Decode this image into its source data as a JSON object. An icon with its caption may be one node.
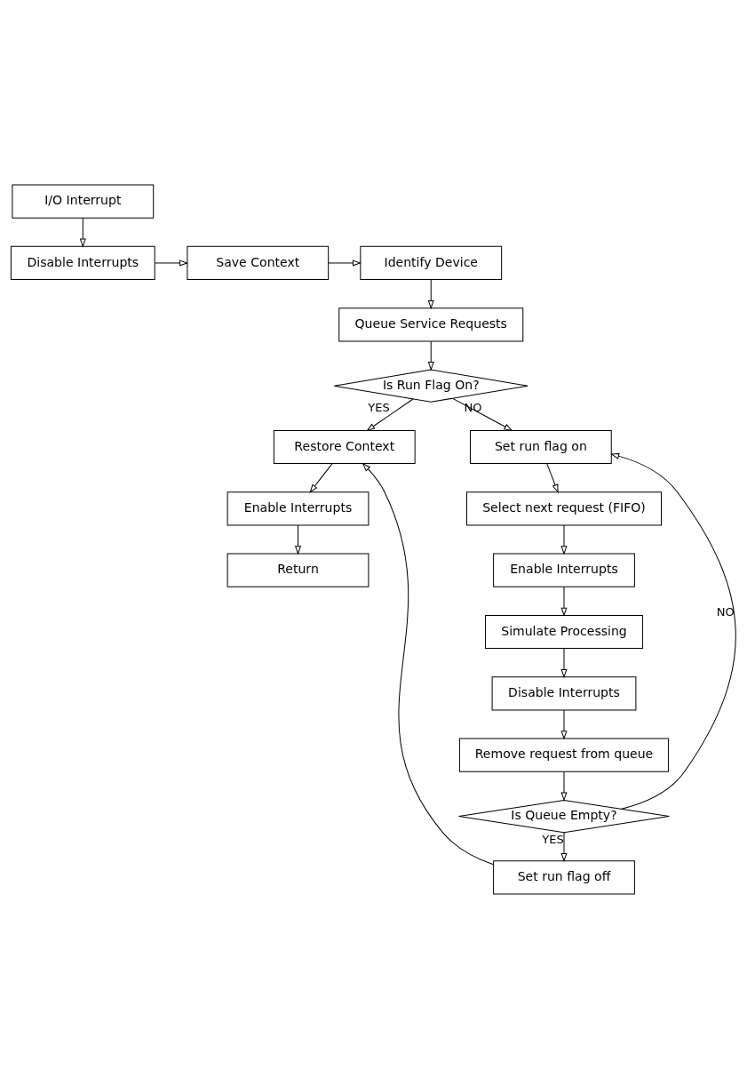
{
  "diagram": {
    "nodes": [
      {
        "text": [
          "I/O Interrupt"
        ]
      },
      {
        "text": [
          "Disable Interrupts"
        ]
      },
      {
        "text": [
          "Save Context"
        ]
      },
      {
        "text": [
          "Identify Device"
        ]
      },
      {
        "text": [
          "Queue Service Requests"
        ]
      },
      {
        "text": [
          "Is Run Flag On?"
        ]
      },
      {
        "text": [
          "Restore Context"
        ]
      },
      {
        "text": [
          "Enable Interrupts"
        ]
      },
      {
        "text": [
          "Return"
        ]
      },
      {
        "text": [
          "Set run flag on"
        ]
      },
      {
        "text": [
          "Select next request (FIFO)"
        ]
      },
      {
        "text": [
          "Enable Interrupts"
        ]
      },
      {
        "text": [
          "Simulate Processing"
        ]
      },
      {
        "text": [
          "Disable Interrupts"
        ]
      },
      {
        "text": [
          "Remove request from queue"
        ]
      },
      {
        "text": [
          "Is Queue Empty?"
        ]
      },
      {
        "text": [
          "Set run flag off"
        ]
      }
    ],
    "edges": [
      {
        "from": 0,
        "to": 1,
        "arrow": "to"
      },
      {
        "from": 1,
        "to": 2,
        "arrow": "to"
      },
      {
        "from": 2,
        "to": 3,
        "arrow": "to"
      },
      {
        "from": 3,
        "to": 4,
        "arrow": "to"
      },
      {
        "from": 4,
        "to": 5,
        "arrow": "to"
      },
      {
        "from": 5,
        "to": 6,
        "arrow": "to",
        "label": "YES"
      },
      {
        "from": 5,
        "to": 9,
        "arrow": "to",
        "label": "NO"
      },
      {
        "from": 6,
        "to": 7,
        "arrow": "to"
      },
      {
        "from": 7,
        "to": 8,
        "arrow": "to"
      },
      {
        "from": 9,
        "to": 10,
        "arrow": "to"
      },
      {
        "from": 10,
        "to": 11,
        "arrow": "to"
      },
      {
        "from": 11,
        "to": 12,
        "arrow": "to"
      },
      {
        "from": 12,
        "to": 13,
        "arrow": "to"
      },
      {
        "from": 13,
        "to": 14,
        "arrow": "to"
      },
      {
        "from": 14,
        "to": 15,
        "arrow": "to"
      },
      {
        "from": 15,
        "to": 16,
        "arrow": "to",
        "label": "YES"
      },
      {
        "from": 15,
        "to": 9,
        "arrow": "to",
        "label": "NO"
      },
      {
        "from": 16,
        "to": 6,
        "arrow": "to"
      }
    ]
  }
}
